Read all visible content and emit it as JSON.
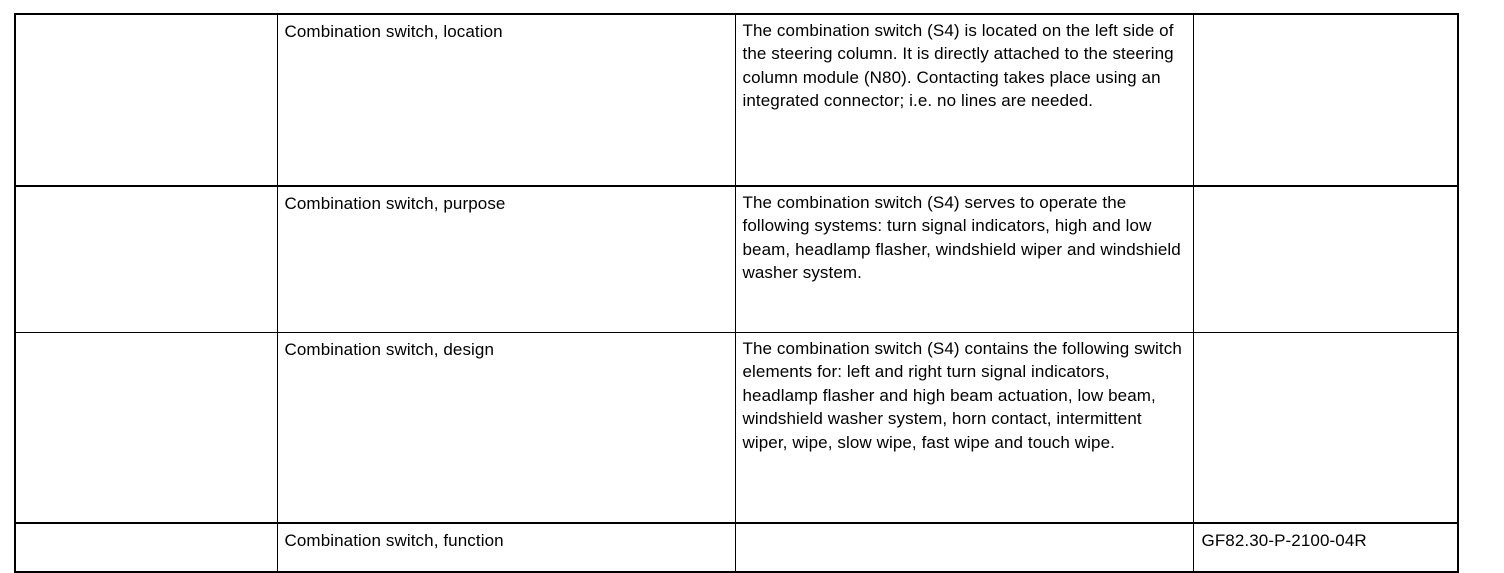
{
  "document": {
    "title": "Combination switch (S4) description table",
    "background_color": "#ffffff",
    "text_color": "#000000",
    "border_color": "#000000"
  },
  "table": {
    "columns": [
      {
        "key": "reference",
        "header": ""
      },
      {
        "key": "topic",
        "header": ""
      },
      {
        "key": "description",
        "header": ""
      },
      {
        "key": "document_id",
        "header": ""
      }
    ],
    "rows": [
      {
        "reference": "",
        "topic": "Combination switch, location",
        "description": "The combination switch (S4) is located on the left side of the steering column. It is directly attached to the steering column module (N80). Contacting takes place using an integrated connector; i.e. no lines are needed.",
        "document_id": ""
      },
      {
        "reference": "",
        "topic": "Combination switch, purpose",
        "description": "The combination switch (S4) serves to operate the following systems: turn signal indicators, high and low beam, headlamp flasher, windshield wiper and windshield washer system.",
        "document_id": ""
      },
      {
        "reference": "",
        "topic": "Combination switch, design",
        "description": "The combination switch (S4) contains the following switch elements for: left and right turn signal indicators, headlamp flasher and high beam actuation, low beam, windshield washer system, horn contact, intermittent wiper, wipe, slow wipe, fast wipe and touch wipe.",
        "document_id": ""
      },
      {
        "reference": "",
        "topic": "Combination switch, function",
        "description": "",
        "document_id": "GF82.30-P-2100-04R"
      }
    ]
  }
}
